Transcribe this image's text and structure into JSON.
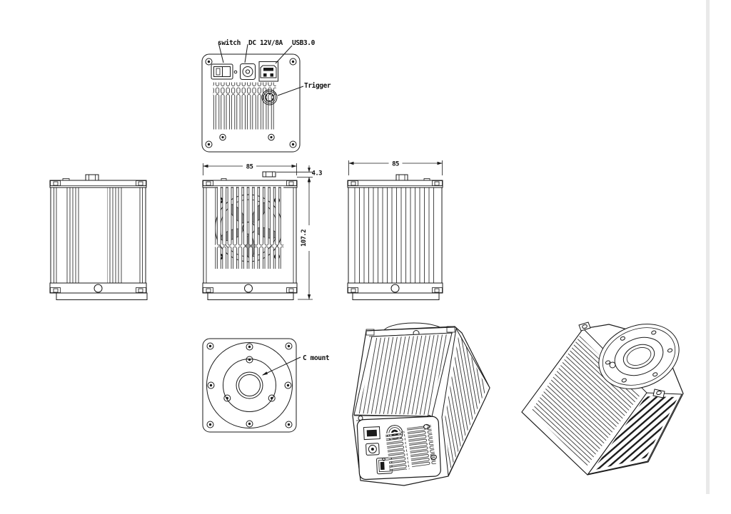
{
  "drawing": {
    "title": "camera-multiview-technical-drawing",
    "labels": {
      "switch": "switch",
      "dc_power": "DC 12V/8A",
      "usb": "USB3.0",
      "trigger": "Trigger",
      "c_mount": "C mount"
    },
    "dimensions": {
      "rear_width": "85",
      "side_width": "85",
      "tab_height": "4.3",
      "body_height": "107.2"
    },
    "colors": {
      "line": "#1a1a1a",
      "blade_fill": "#9a9a9a",
      "page_edge": "#e9e9e9",
      "background": "#ffffff"
    }
  }
}
